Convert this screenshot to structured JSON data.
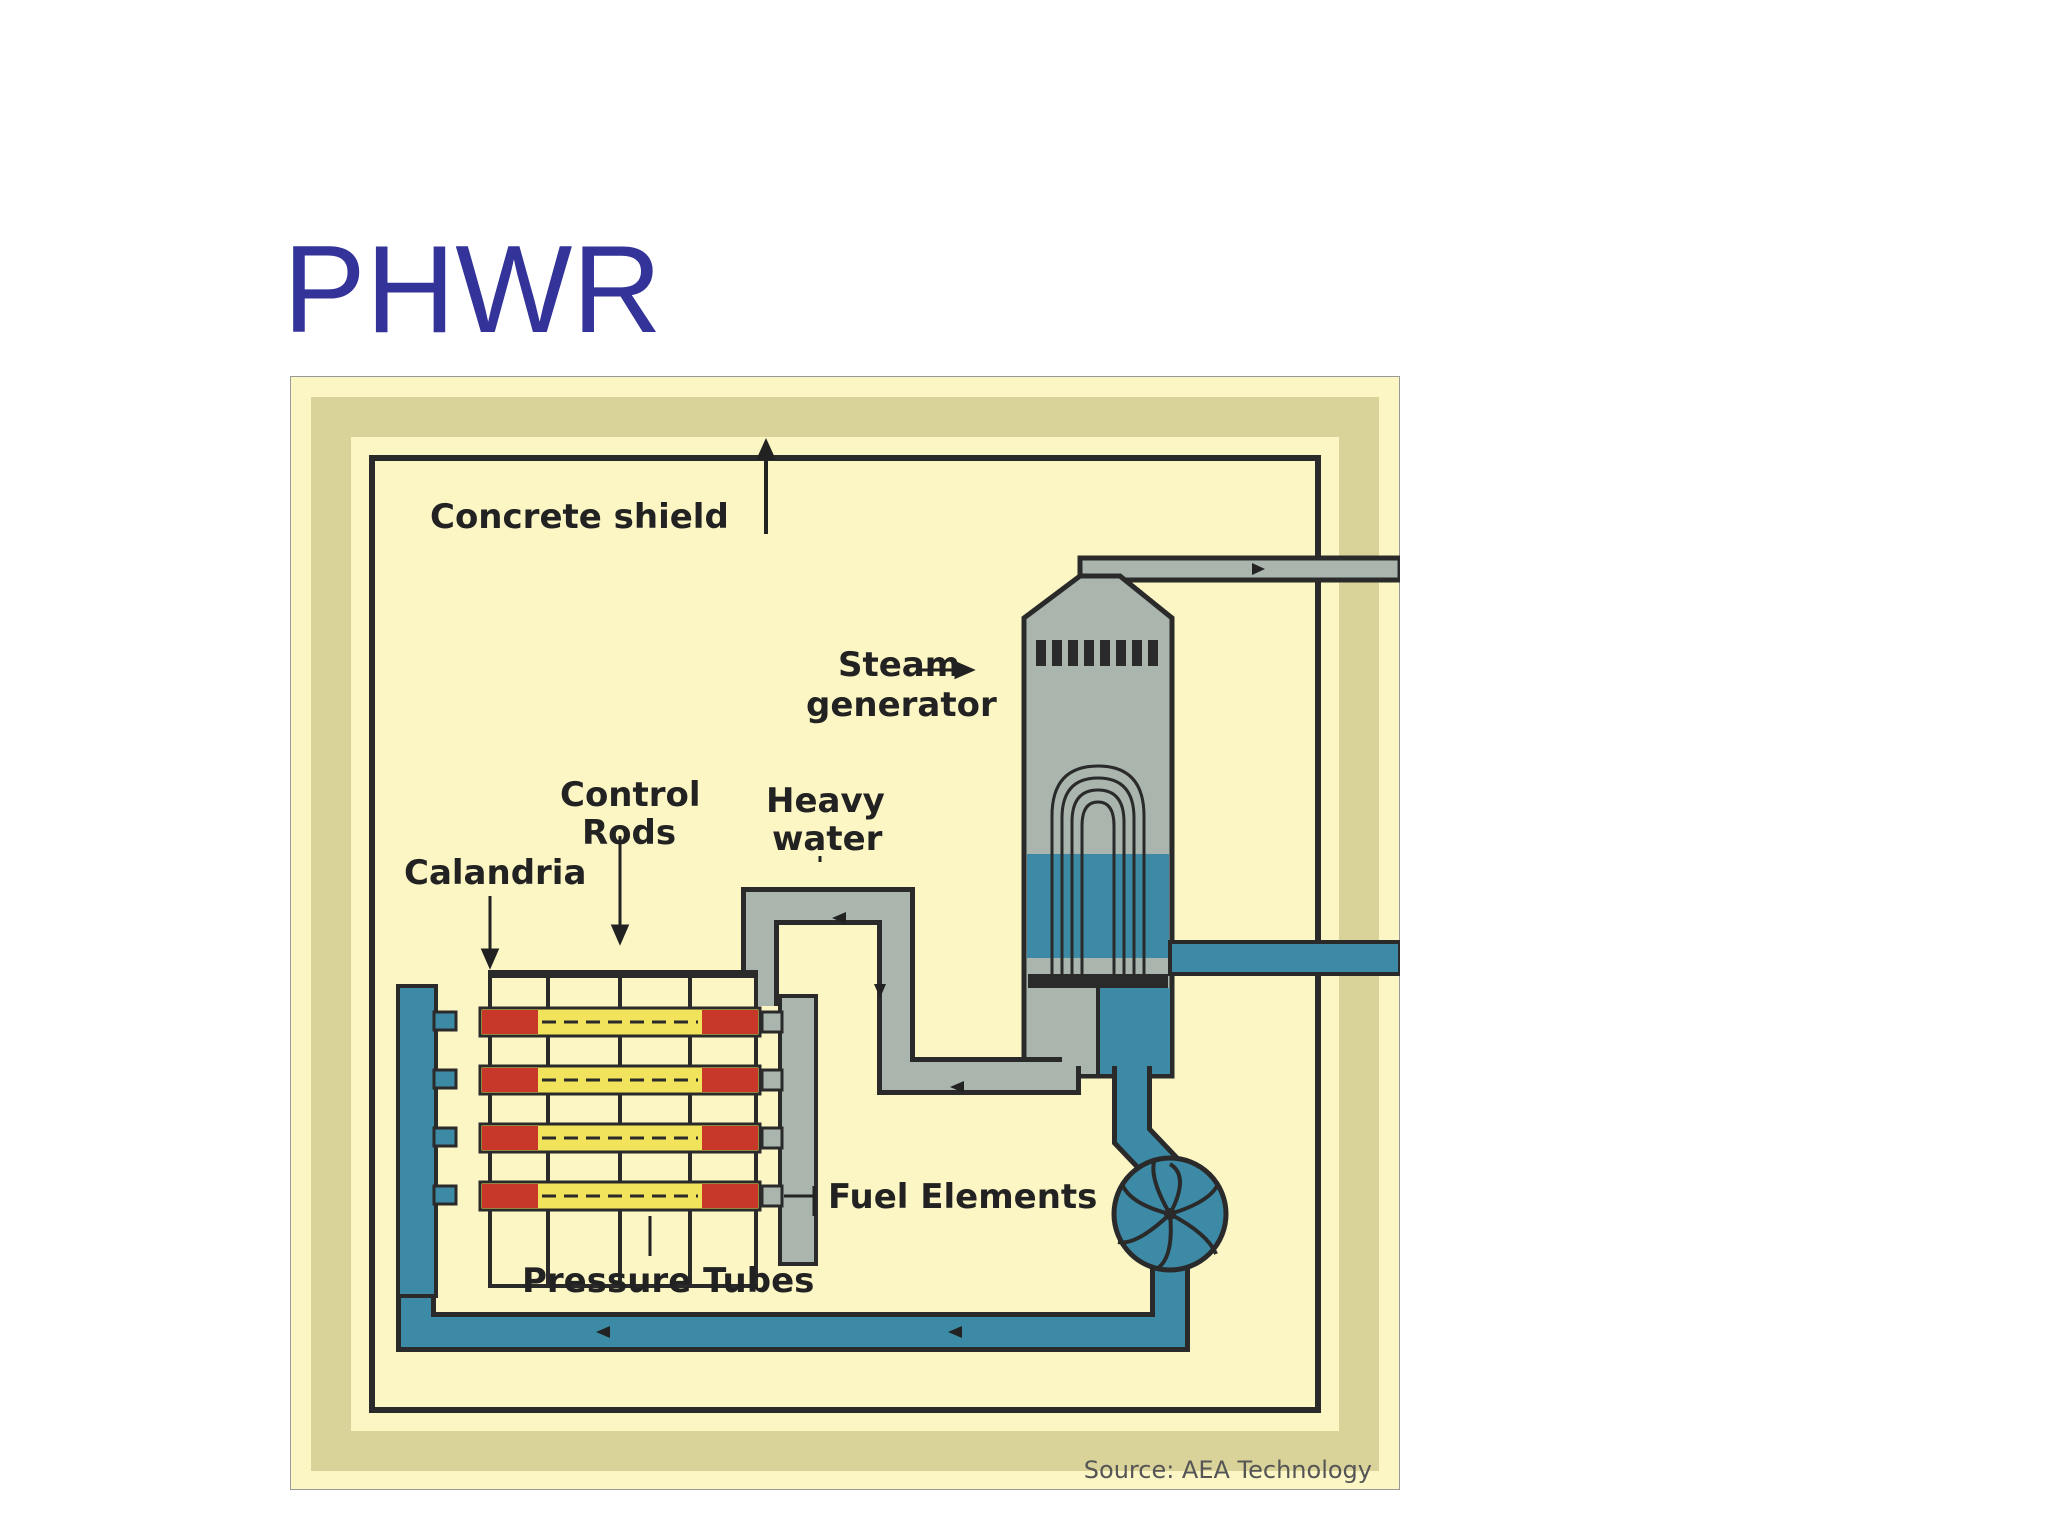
{
  "slide": {
    "title": "PHWR"
  },
  "diagram": {
    "labels": {
      "concrete_shield": "Concrete shield",
      "steam_generator_line1": "Steam",
      "steam_generator_line2": "generator",
      "control_rods_line1": "Control",
      "control_rods_line2": "Rods",
      "heavy_water_line1": "Heavy",
      "heavy_water_line2": "water",
      "calandria": "Calandria",
      "fuel_elements": "Fuel Elements",
      "pressure_tubes": "Pressure Tubes",
      "source": "Source: AEA Technology"
    },
    "colors": {
      "background": "#fbf6c4",
      "shield": "#d9d39a",
      "outline": "#2a2a2a",
      "coolant": "#3d8aa6",
      "vessel": "#a9b5ad",
      "fuel_red": "#c8382a",
      "fuel_yellow": "#f1e35c"
    }
  }
}
